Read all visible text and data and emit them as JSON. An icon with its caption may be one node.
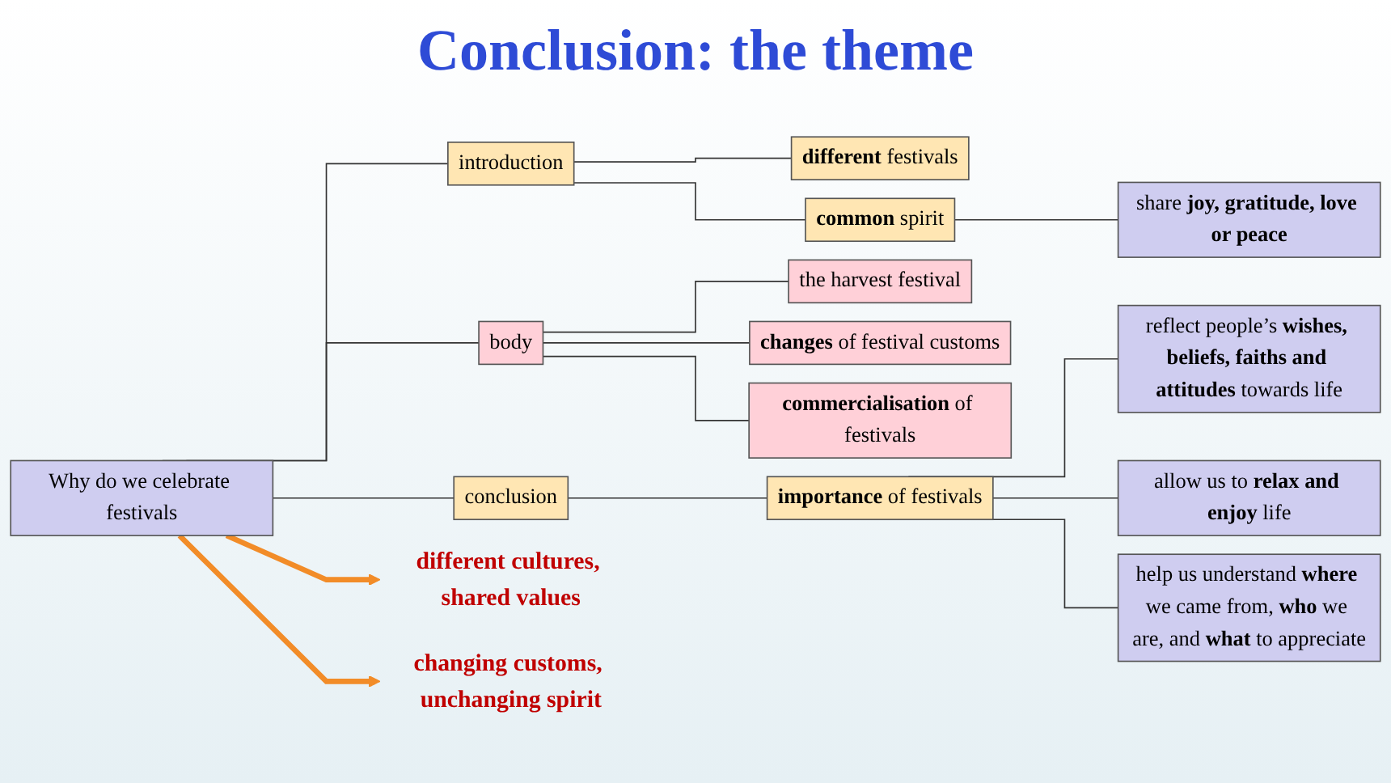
{
  "diagram": {
    "title": "Conclusion: the theme",
    "nodes": [
      {
        "text": [
          "Why do we celebrate festivals"
        ]
      },
      {
        "text": [
          "introduction"
        ]
      },
      {
        "text": [
          "body"
        ]
      },
      {
        "text": [
          "conclusion"
        ]
      },
      {
        "text": [
          "**different** festivals"
        ]
      },
      {
        "text": [
          "**common** spirit"
        ]
      },
      {
        "text": [
          "share **joy, gratitude, love or peace**"
        ]
      },
      {
        "text": [
          "the harvest festival"
        ]
      },
      {
        "text": [
          "**changes** of festival customs"
        ]
      },
      {
        "text": [
          "**commercialisation** of festivals"
        ]
      },
      {
        "text": [
          "**importance** of festivals"
        ]
      },
      {
        "text": [
          "reflect people’s **wishes, beliefs, faiths and attitudes** towards life"
        ]
      },
      {
        "text": [
          "allow us to **relax and enjoy** life"
        ]
      },
      {
        "text": [
          "help us understand **where** we came from, **who** we are, and **what** to appreciate"
        ]
      },
      {
        "text": [
          "different cultures, shared values"
        ]
      },
      {
        "text": [
          "changing customs, unchanging spirit"
        ]
      }
    ],
    "edges": [
      {
        "from": 0,
        "to": 14,
        "arrow": "to",
        "style": "thick",
        "color": "#f28c28"
      },
      {
        "from": 0,
        "to": 15,
        "arrow": "to",
        "style": "thick",
        "color": "#f28c28"
      },
      {
        "from": 0,
        "to": 1,
        "arrow": "none"
      },
      {
        "from": 0,
        "to": 2,
        "arrow": "none"
      },
      {
        "from": 0,
        "to": 3,
        "arrow": "none"
      },
      {
        "from": 1,
        "to": 4,
        "arrow": "none"
      },
      {
        "from": 1,
        "to": 5,
        "arrow": "none"
      },
      {
        "from": 5,
        "to": 6,
        "arrow": "none"
      },
      {
        "from": 2,
        "to": 7,
        "arrow": "none"
      },
      {
        "from": 2,
        "to": 8,
        "arrow": "none"
      },
      {
        "from": 2,
        "to": 9,
        "arrow": "none"
      },
      {
        "from": 3,
        "to": 10,
        "arrow": "none"
      },
      {
        "from": 10,
        "to": 11,
        "arrow": "none"
      },
      {
        "from": 10,
        "to": 12,
        "arrow": "none"
      },
      {
        "from": 10,
        "to": 13,
        "arrow": "none"
      }
    ]
  }
}
